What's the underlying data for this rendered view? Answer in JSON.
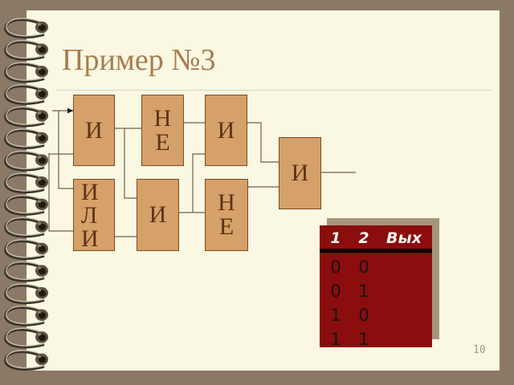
{
  "slide": {
    "title": "Пример №3",
    "page_number": "10"
  },
  "circuit": {
    "gates": [
      {
        "name": "and-1",
        "label": "И"
      },
      {
        "name": "not-1",
        "label": "Н\nЕ"
      },
      {
        "name": "and-2",
        "label": "И"
      },
      {
        "name": "or-1",
        "label": "И\nЛ\nИ"
      },
      {
        "name": "and-3",
        "label": "И"
      },
      {
        "name": "not-2",
        "label": "Н\nЕ"
      },
      {
        "name": "and-4",
        "label": "И"
      }
    ]
  },
  "truth_table": {
    "headers": [
      "1",
      "2",
      "Вых"
    ],
    "rows": [
      [
        "0",
        "0",
        ""
      ],
      [
        "0",
        "1",
        ""
      ],
      [
        "1",
        "0",
        ""
      ],
      [
        "1",
        "1",
        ""
      ]
    ]
  },
  "colors": {
    "background": "#8C7965",
    "page": "#FAF8E2",
    "title_text": "#A87C50",
    "gate_fill": "#D5A069",
    "gate_border": "#7C4A1E",
    "gate_text": "#5C3317",
    "wire": "#6F604C",
    "table_background": "#8B0D0D",
    "table_shadow": "#A5947C",
    "table_header_text": "#F8F4F0",
    "table_row_text": "#151515"
  }
}
